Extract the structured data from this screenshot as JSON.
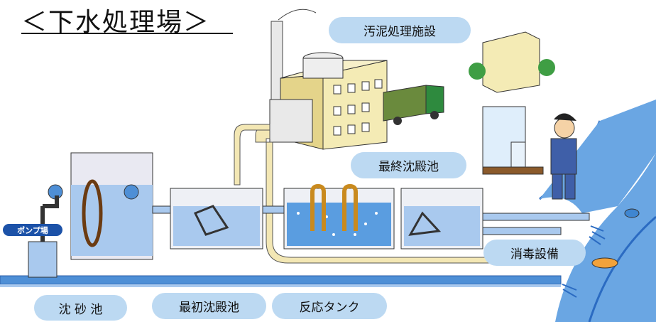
{
  "title": "＜下水処理場＞",
  "labels": {
    "sludge_facility": "汚泥処理施設",
    "final_settling": "最終沈殿池",
    "disinfection": "消毒設備",
    "grit_chamber": "沈 砂 池",
    "primary_settling": "最初沈殿池",
    "reaction_tank": "反応タンク",
    "pump_station": "ポンプ場"
  },
  "colors": {
    "label_bg": "#bcd9f2",
    "water": "#4e8fd6",
    "river": "#5b9de0",
    "pipe": "#f3e7b4",
    "tank_wall": "#eeeeee",
    "pump_tag": "#1c52a8"
  }
}
